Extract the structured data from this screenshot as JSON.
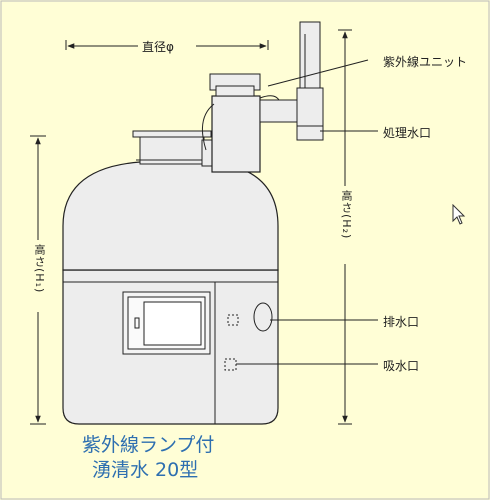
{
  "labels": {
    "diameter": "直径φ",
    "uv_unit": "紫外線ユニット",
    "treated_outlet": "処理水口",
    "drain_outlet": "排水口",
    "intake_inlet": "吸水口",
    "height_h1": "高さ(H₁)",
    "height_h2": "高さ(H₂)"
  },
  "caption": {
    "line1": "紫外線ランプ付",
    "line2": "湧清水 20型"
  },
  "colors": {
    "background": "#FFFED6",
    "body_fill": "#EDEDED",
    "caption": "#2E6FB0",
    "line": "#222222"
  },
  "icons": {
    "cursor": "arrow-cursor-icon"
  }
}
